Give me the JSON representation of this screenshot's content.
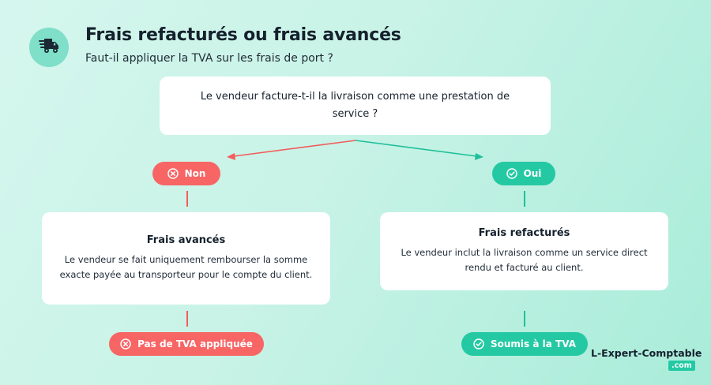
{
  "header": {
    "icon": "delivery-truck-icon",
    "title": "Frais refacturés ou frais avancés",
    "subtitle": "Faut-il appliquer la TVA sur les frais de port ?"
  },
  "question": {
    "text": "Le vendeur facture-t-il la livraison comme une prestation de service ?"
  },
  "branches": {
    "no": {
      "label": "Non",
      "icon": "x-circle-icon",
      "color": "#f76565",
      "card_title": "Frais avancés",
      "card_body": "Le vendeur se fait uniquement rembourser la somme exacte payée au transporteur pour le compte du client.",
      "outcome": "Pas de TVA appliquée"
    },
    "yes": {
      "label": "Oui",
      "icon": "check-circle-icon",
      "color": "#24c9a3",
      "card_title": "Frais refacturés",
      "card_body": "Le vendeur inclut la livraison comme un service direct rendu et facturé au client.",
      "outcome": "Soumis à la TVA"
    }
  },
  "brand": {
    "name": "L-Expert-Comptable",
    "tld": ".com"
  },
  "colors": {
    "red": "#f76565",
    "green": "#24c9a3",
    "icon_bg": "#7fdfc8",
    "text_dark": "#15212d"
  }
}
